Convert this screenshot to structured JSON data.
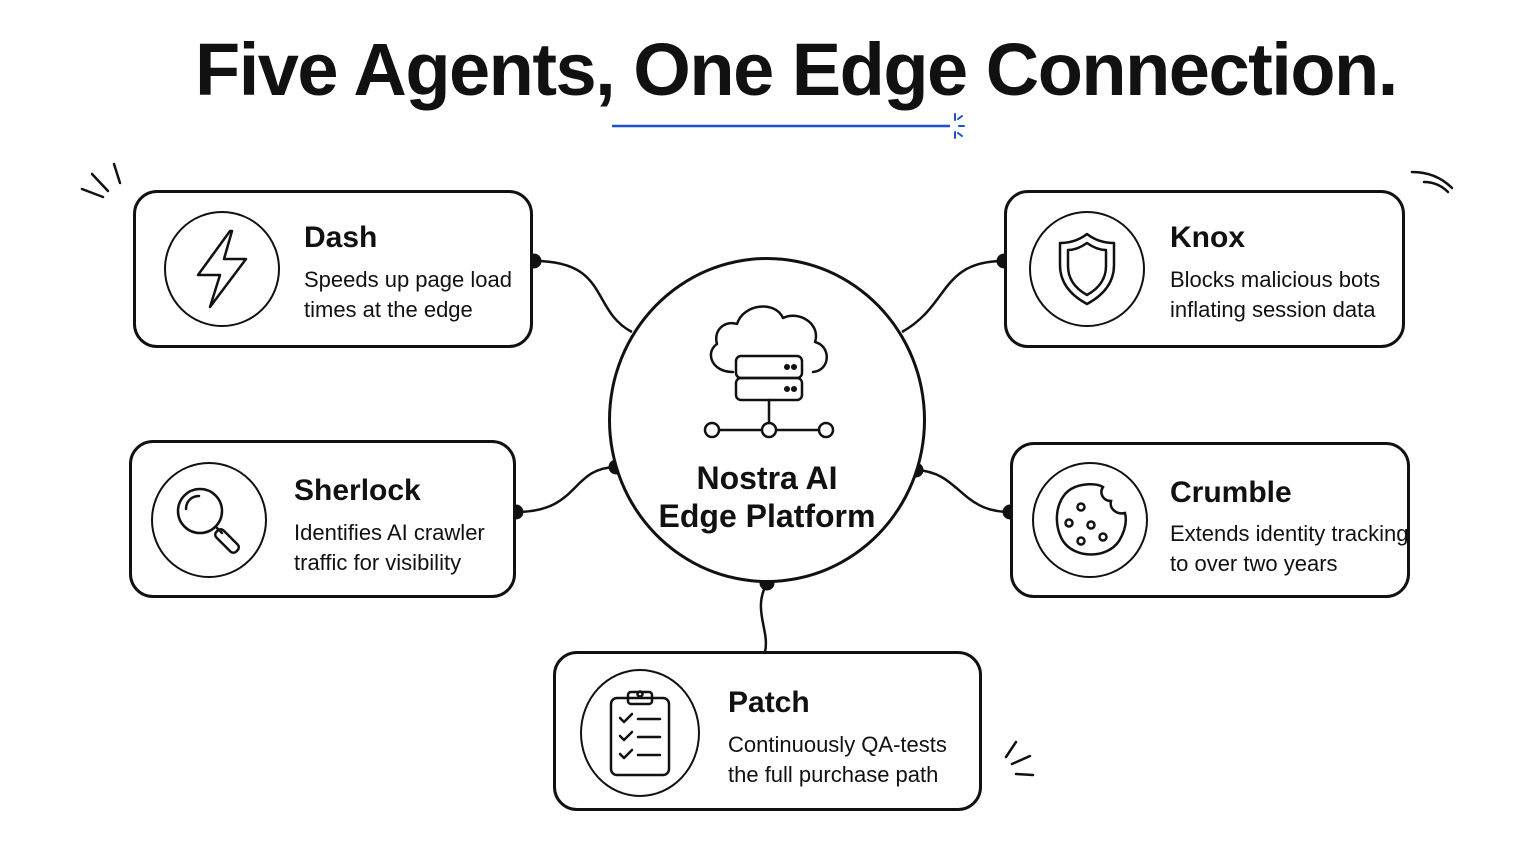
{
  "title": "Five Agents, One Edge Connection.",
  "accent_color": "#1f4fd1",
  "hub": {
    "line1": "Nostra AI",
    "line2": "Edge Platform",
    "icon": "cloud-server-network-icon"
  },
  "agents": [
    {
      "name": "Dash",
      "desc_line1": "Speeds up page load",
      "desc_line2": "times at the edge",
      "icon": "lightning-icon"
    },
    {
      "name": "Knox",
      "desc_line1": "Blocks malicious bots",
      "desc_line2": "inflating session data",
      "icon": "shield-icon"
    },
    {
      "name": "Sherlock",
      "desc_line1": "Identifies AI crawler",
      "desc_line2": "traffic for visibility",
      "icon": "magnifier-icon"
    },
    {
      "name": "Crumble",
      "desc_line1": "Extends identity tracking",
      "desc_line2": "to over two years",
      "icon": "cookie-icon"
    },
    {
      "name": "Patch",
      "desc_line1": "Continuously QA-tests",
      "desc_line2": "the full purchase path",
      "icon": "clipboard-checklist-icon"
    }
  ]
}
